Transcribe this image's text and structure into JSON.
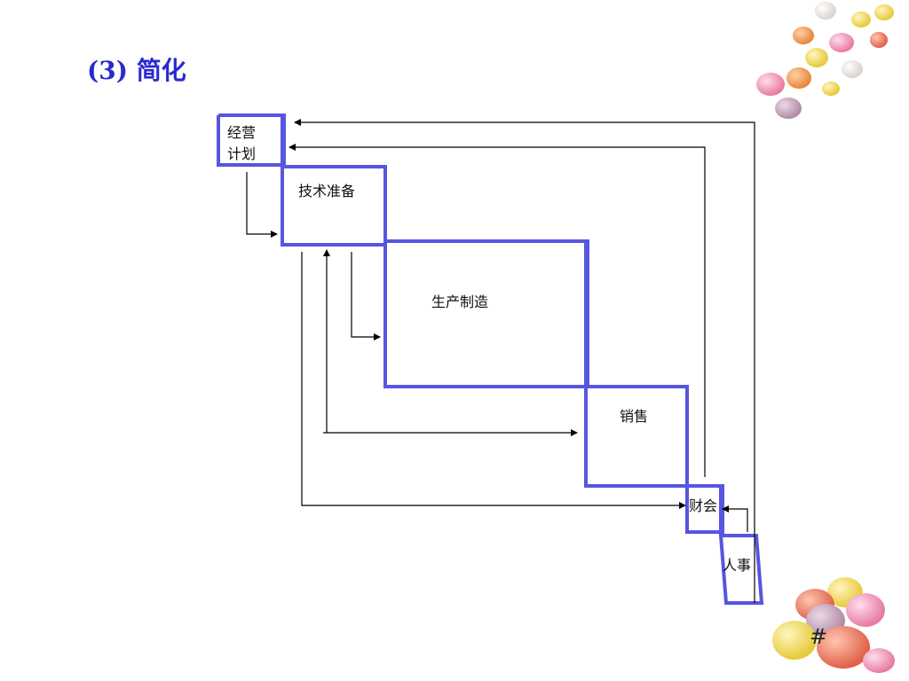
{
  "slide": {
    "title": "(3) 简化",
    "page_number": "#"
  },
  "departments": {
    "planning": {
      "line1": "经营",
      "line2": "计划"
    },
    "tech_prep": "技术准备",
    "manufacturing": "生产制造",
    "sales": "销售",
    "finance": "财会",
    "hr": "人事"
  },
  "colors": {
    "title": "#2a2ad0",
    "box_border": "#5656e0",
    "arrow": "#000000"
  },
  "decorations": [
    "candy-eggs-top-right",
    "candy-eggs-bottom-right"
  ]
}
